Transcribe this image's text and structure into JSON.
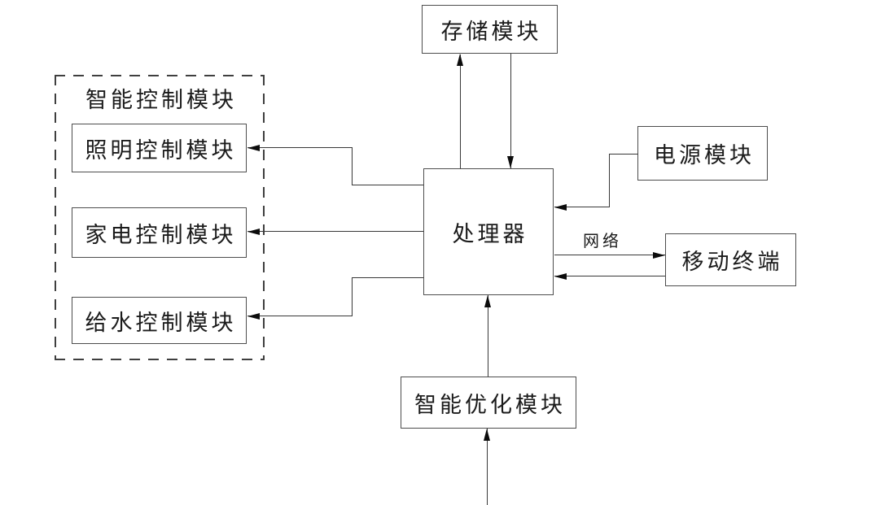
{
  "diagram": {
    "type": "block-diagram",
    "nodes": {
      "storage": {
        "label": "存储模块"
      },
      "processor": {
        "label": "处理器"
      },
      "power": {
        "label": "电源模块"
      },
      "mobile": {
        "label": "移动终端"
      },
      "optimization": {
        "label": "智能优化模块"
      },
      "control_group": {
        "label": "智能控制模块"
      },
      "lighting": {
        "label": "照明控制模块"
      },
      "appliance": {
        "label": "家电控制模块"
      },
      "water": {
        "label": "给水控制模块"
      }
    },
    "edge_labels": {
      "network": "网络"
    },
    "edges": [
      {
        "from": "processor",
        "to": "storage"
      },
      {
        "from": "storage",
        "to": "processor"
      },
      {
        "from": "power",
        "to": "processor"
      },
      {
        "from": "processor",
        "to": "mobile",
        "label": "网络"
      },
      {
        "from": "mobile",
        "to": "processor"
      },
      {
        "from": "processor",
        "to": "lighting"
      },
      {
        "from": "processor",
        "to": "appliance"
      },
      {
        "from": "processor",
        "to": "water"
      },
      {
        "from": "optimization",
        "to": "processor"
      },
      {
        "from": "offscreen-bottom",
        "to": "optimization"
      }
    ],
    "colors": {
      "background": "#ffffff",
      "box_border": "#4d4d4d",
      "line": "#383838",
      "arrow": "#0c0c0c",
      "text": "#1b1b1b"
    }
  }
}
